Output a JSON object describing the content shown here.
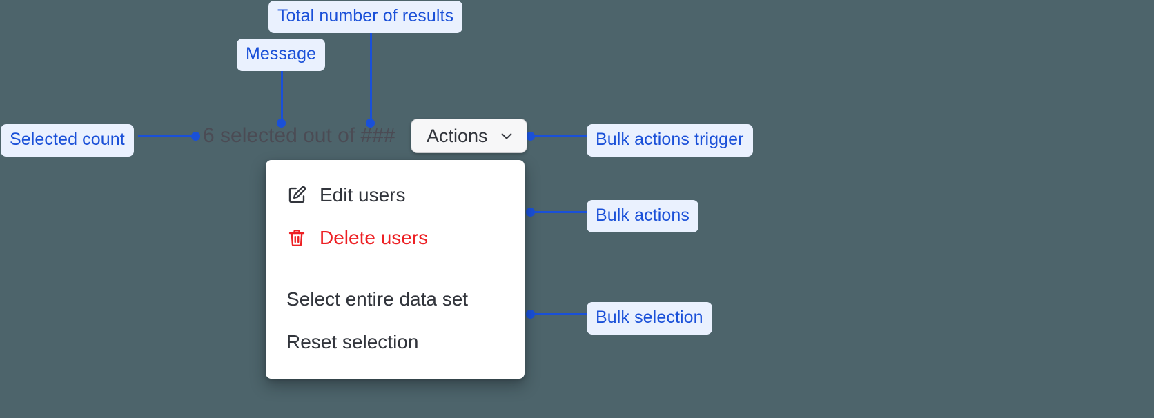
{
  "canvas": {
    "background_color": "#4d646b",
    "accent_color": "#1a50d8",
    "callout_bg_color": "#eaf1fe",
    "danger_color": "#ed2024"
  },
  "widget": {
    "status_text": "6 selected out of ###",
    "selected_count": "6",
    "total_results_token": "###",
    "trigger": {
      "label": "Actions",
      "chevron_icon": "chevron-down-icon"
    },
    "menu": {
      "groups": [
        {
          "name": "bulk-actions",
          "items": [
            {
              "label": "Edit users",
              "icon": "edit-pencil-icon",
              "tone": "default"
            },
            {
              "label": "Delete users",
              "icon": "trash-icon",
              "tone": "danger"
            }
          ]
        },
        {
          "name": "bulk-selection",
          "items": [
            {
              "label": "Select entire data set",
              "icon": "",
              "tone": "default"
            },
            {
              "label": "Reset selection",
              "icon": "",
              "tone": "default"
            }
          ]
        }
      ]
    }
  },
  "annotations": [
    {
      "id": "total-number-of-results",
      "label": "Total number of results"
    },
    {
      "id": "message",
      "label": "Message"
    },
    {
      "id": "selected-count",
      "label": "Selected count"
    },
    {
      "id": "bulk-actions-trigger",
      "label": "Bulk actions trigger"
    },
    {
      "id": "bulk-actions",
      "label": "Bulk actions"
    },
    {
      "id": "bulk-selection",
      "label": "Bulk selection"
    }
  ]
}
